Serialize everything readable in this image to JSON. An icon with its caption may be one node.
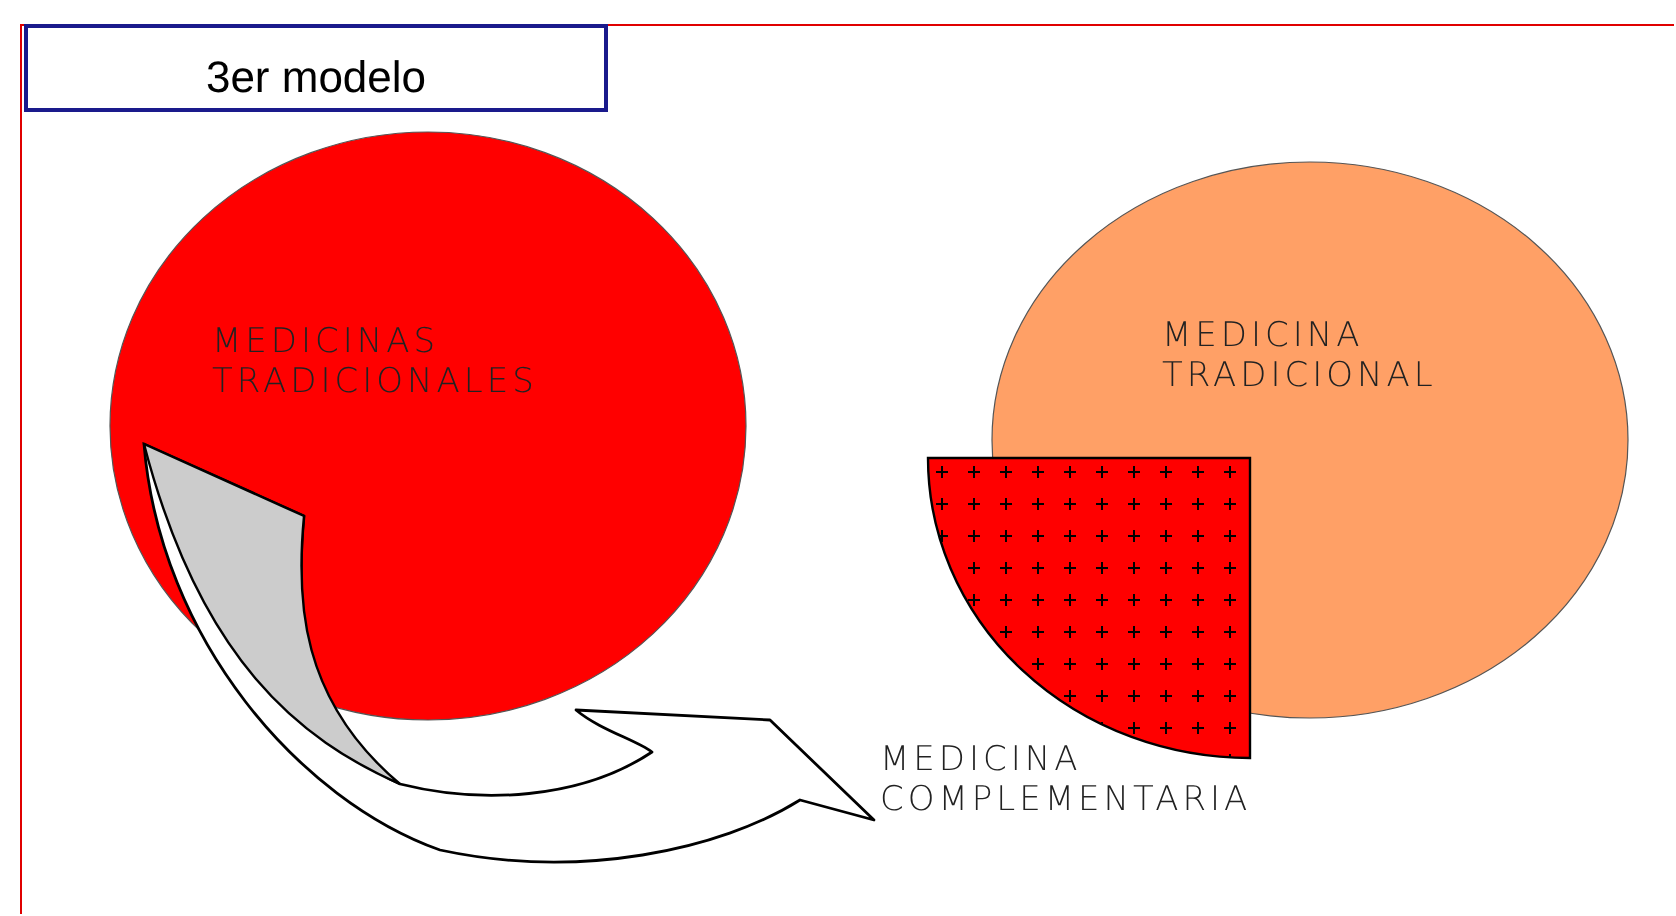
{
  "diagram": {
    "title": "3er modelo",
    "nodes": [
      {
        "text": [
          "MEDICINAS TRADICIONALES"
        ]
      },
      {
        "text": [
          "MEDICINA TRADICIONAL"
        ]
      },
      {
        "text": [
          "MEDICINA COMPLEMENTARIA"
        ]
      }
    ],
    "edges": [
      {
        "from": 0,
        "to": 2,
        "arrow": "to"
      }
    ]
  }
}
